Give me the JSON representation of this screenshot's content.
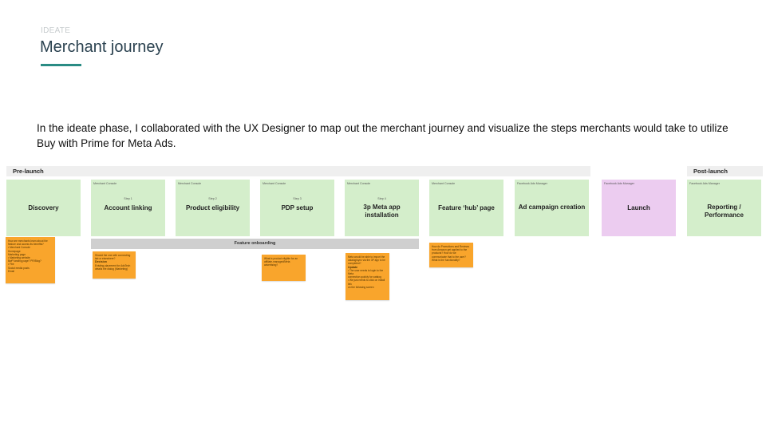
{
  "header": {
    "eyebrow": "IDEATE",
    "title": "Merchant journey"
  },
  "intro": "In the ideate phase, I collaborated with the UX Designer to map out the merchant journey and visualize the steps merchants would take to utilize Buy with Prime for Meta Ads.",
  "journey": {
    "phases": {
      "pre": "Pre-launch",
      "post": "Post-launch"
    },
    "stages": [
      {
        "tag": "",
        "step": "",
        "name": "Discovery",
        "color": "#d4eecb"
      },
      {
        "tag": "Merchant Console",
        "step": "Step 1",
        "name": "Account linking",
        "color": "#d4eecb"
      },
      {
        "tag": "Merchant Console",
        "step": "Step 2",
        "name": "Product eligibility",
        "color": "#d4eecb"
      },
      {
        "tag": "Merchant Console",
        "step": "Step 3",
        "name": "PDP setup",
        "color": "#d4eecb"
      },
      {
        "tag": "Merchant Console",
        "step": "Step 4",
        "name": "3p Meta app installation",
        "color": "#d4eecb"
      },
      {
        "tag": "Merchant Console",
        "step": "",
        "name": "Feature ‘hub’ page",
        "color": "#d4eecb"
      },
      {
        "tag": "Facebook Ads Manager",
        "step": "",
        "name": "Ad campaign creation",
        "color": "#d4eecb"
      },
      {
        "tag": "Facebook Ads Manager",
        "step": "",
        "name": "Launch",
        "color": "#ecccf0"
      },
      {
        "tag": "Facebook Ads Manager",
        "step": "",
        "name": "Reporting / Performance",
        "color": "#d4eecb"
      }
    ],
    "onboarding": "Feature onboarding",
    "stickies": [
      {
        "lines": [
          "How are merchants learn about the feature and access its benefits?",
          "",
          "• Merchant Console",
          "Homepage",
          "Marketing page",
          "",
          "• Marketing website",
          "BwP landing page? PR/Blog?",
          "",
          "• Fbe",
          "Social media posts",
          "Email"
        ]
      },
      {
        "lines": [
          "Should the one with connecting tab or elsewhere?",
          "",
          "Decision",
          "",
          "Existing placement for AdsTech details the dialog (Marketing)"
        ]
      },
      {
        "lines": [
          "What is product eligible for an affiliate-managed/Meta advertising?"
        ]
      },
      {
        "lines": [
          "Meta would be able to import the catalog/sync via the 3P app to be completed?",
          "",
          "Update",
          "",
          "• The user needs to login to the Meta",
          "  connection quickly for catalog",
          "• We just needs to click on install link",
          "  on the following screen"
        ]
      },
      {
        "lines": [
          "How do Promotions and Reviews from Amazon get applied to the products? How do we communicate that to the user? What is the functionality?"
        ]
      }
    ]
  }
}
